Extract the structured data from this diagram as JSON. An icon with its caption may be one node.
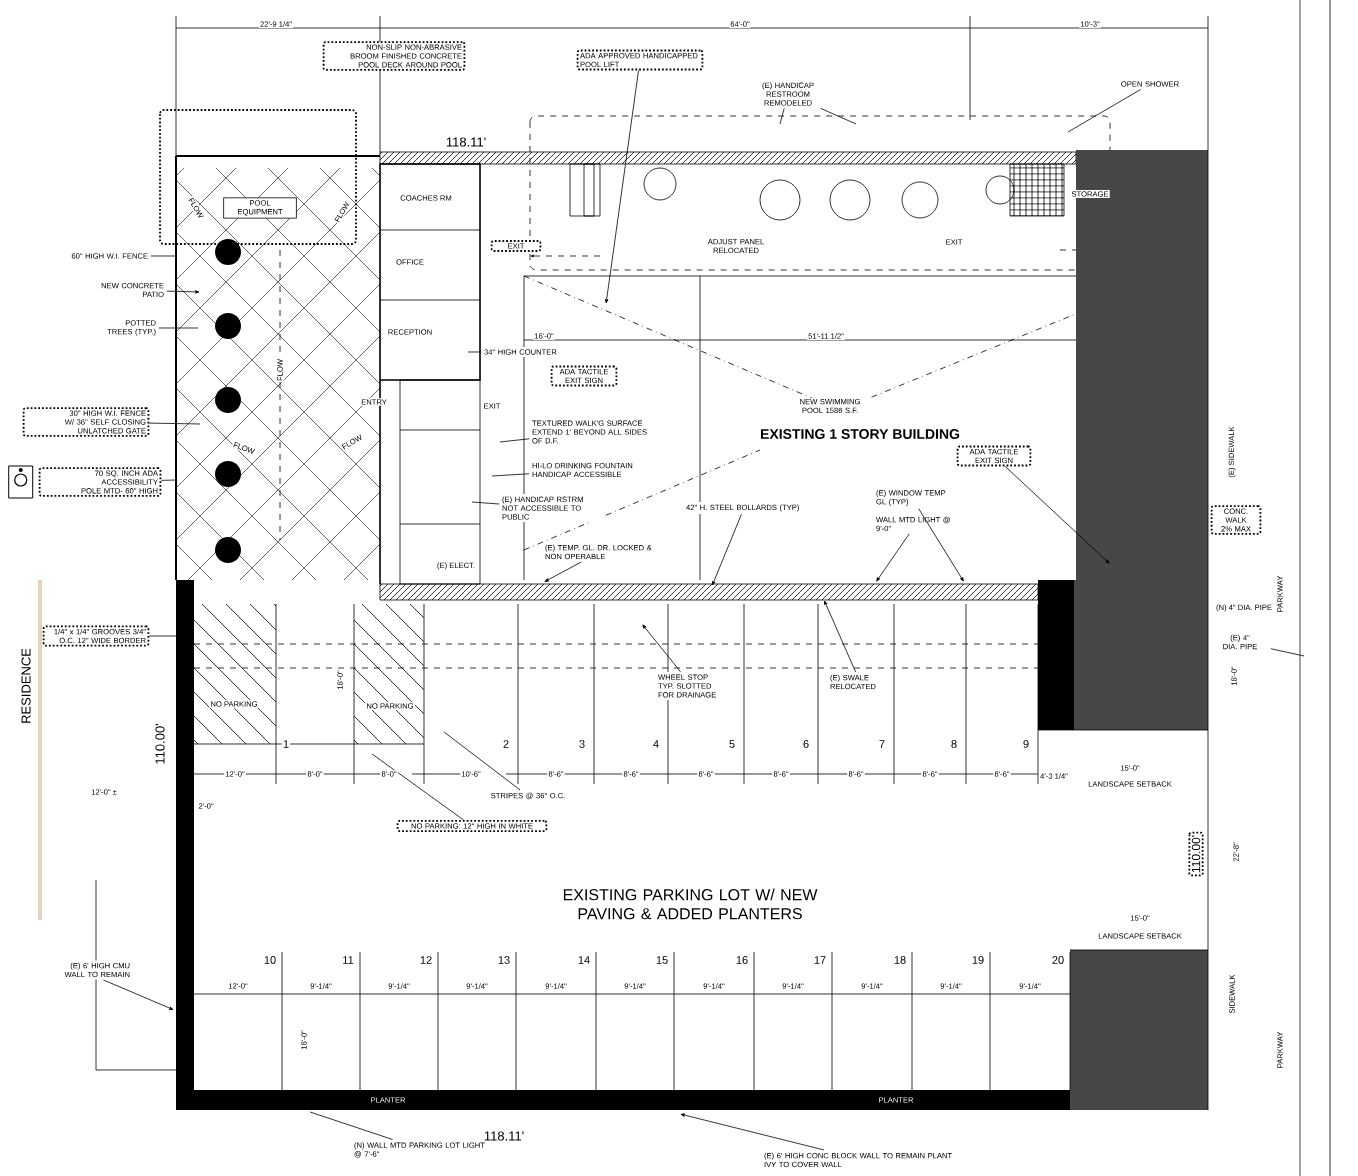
{
  "diagram": {
    "nodes": [
      {
        "text": [
          "NON-SLIP NON-ABRASIVE BROOM FINISHED CONCRETE POOL DECK AROUND POOL"
        ]
      },
      {
        "text": [
          "ADA APPROVED HANDICAPPED POOL LIFT"
        ]
      },
      {
        "text": [
          "POOL EQUIPMENT"
        ]
      },
      {
        "text": [
          "60\" HIGH W.I. FENCE"
        ]
      },
      {
        "text": [
          "NEW CONCRETE PATIO"
        ]
      },
      {
        "text": [
          "POTTED TREES (TYP.)"
        ]
      },
      {
        "text": [
          "30\" HIGH W.I. FENCE W/ 36\" SELF CLOSING UNLATCHED GATE"
        ]
      },
      {
        "text": [
          "70 SQ. INCH ADA ACCESSIBILITY POLE MTD- 60\" HIGH"
        ]
      },
      {
        "text": [
          "EXIT"
        ]
      },
      {
        "text": [
          "34\" HIGH COUNTER"
        ]
      },
      {
        "text": [
          "ADA TACTILE EXIT SIGN"
        ]
      },
      {
        "text": [
          "TEXTURED WALK'G SURFACE EXTEND 1' BEYOND ALL SIDES OF D.F."
        ]
      },
      {
        "text": [
          "HI-LO DRINKING FOUNTAIN HANDICAP ACCESSIBLE"
        ]
      },
      {
        "text": [
          "(E) HANDICAP RSTRM NOT ACCESSIBLE TO PUBLIC"
        ]
      },
      {
        "text": [
          "(E) TEMP. GL. DR. LOCKED & NON OPERABLE"
        ]
      },
      {
        "text": [
          "42\" H. STEEL BOLLARDS (TYP)"
        ]
      },
      {
        "text": [
          "(E) HANDICAP RESTROOM REMODELED"
        ]
      },
      {
        "text": [
          "(E) WINDOW TEMP GL (TYP)"
        ]
      },
      {
        "text": [
          "WALL MTD LIGHT @ 9'-0\""
        ]
      },
      {
        "text": [
          "OPEN SHOWER"
        ]
      },
      {
        "text": [
          "ADA TACTILE EXIT SIGN"
        ]
      },
      {
        "text": [
          "CONC. WALK 2% MAX"
        ]
      },
      {
        "text": [
          "(E) 4\" DIA. PIPE"
        ]
      },
      {
        "text": [
          "1/4\" x 1/4\" GROOVES 3/4\" O.C. 12\" WIDE BORDER"
        ]
      },
      {
        "text": [
          "WHEEL STOP TYP. SLOTTED FOR DRAINAGE"
        ]
      },
      {
        "text": [
          "(E) SWALE RELOCATED"
        ]
      },
      {
        "text": [
          "STRIPES @ 36\" O.C."
        ]
      },
      {
        "text": [
          "NO PARKING: 12\" HIGH IN WHITE"
        ]
      },
      {
        "text": [
          "110.00'"
        ]
      },
      {
        "text": [
          "(E) 6' HIGH CMU WALL TO REMAIN"
        ]
      },
      {
        "text": [
          "(N) WALL MTD PARKING LOT LIGHT @ 7'-6\""
        ]
      },
      {
        "text": [
          "(E) 6' HIGH CONC BLOCK WALL TO REMAIN PLANT IVY TO COVER WALL"
        ]
      }
    ],
    "edges": [
      {
        "from": 1,
        "to": null,
        "arrow": "to"
      },
      {
        "from": 3,
        "to": null,
        "arrow": "none"
      },
      {
        "from": 4,
        "to": null,
        "arrow": "to"
      },
      {
        "from": 5,
        "to": null,
        "arrow": "none"
      },
      {
        "from": 6,
        "to": null,
        "arrow": "none"
      },
      {
        "from": 7,
        "to": null,
        "arrow": "none"
      },
      {
        "from": 9,
        "to": null,
        "arrow": "none"
      },
      {
        "from": 11,
        "to": null,
        "arrow": "none"
      },
      {
        "from": 12,
        "to": null,
        "arrow": "none"
      },
      {
        "from": 13,
        "to": null,
        "arrow": "none"
      },
      {
        "from": 14,
        "to": null,
        "arrow": "to"
      },
      {
        "from": 15,
        "to": null,
        "arrow": "to"
      },
      {
        "from": 16,
        "to": null,
        "arrow": "none"
      },
      {
        "from": 16,
        "to": null,
        "arrow": "none"
      },
      {
        "from": 17,
        "to": null,
        "arrow": "to"
      },
      {
        "from": 18,
        "to": null,
        "arrow": "to"
      },
      {
        "from": 19,
        "to": null,
        "arrow": "none"
      },
      {
        "from": 20,
        "to": null,
        "arrow": "to"
      },
      {
        "from": 22,
        "to": null,
        "arrow": "none"
      },
      {
        "from": 23,
        "to": null,
        "arrow": "none"
      },
      {
        "from": 24,
        "to": null,
        "arrow": "to"
      },
      {
        "from": 25,
        "to": null,
        "arrow": "to"
      },
      {
        "from": 26,
        "to": null,
        "arrow": "none"
      },
      {
        "from": 27,
        "to": null,
        "arrow": "none"
      },
      {
        "from": 29,
        "to": null,
        "arrow": "to"
      },
      {
        "from": 30,
        "to": null,
        "arrow": "none"
      },
      {
        "from": 31,
        "to": null,
        "arrow": "to"
      }
    ],
    "labels": [
      "22'-9 1/4\"",
      "64'-0\"",
      "10'-3\"",
      "118.11'",
      "COACHES RM",
      "OFFICE",
      "RECEPTION",
      "FLOW",
      "FLOW",
      "FLOW",
      "ENTRY",
      "EXIT",
      "FLOW",
      "FLOW",
      "16'-0\"",
      "51'-11 1/2\"",
      "ADJUST PANEL RELOCATED",
      "EXIT",
      "NEW SWIMMING POOL 1586 S.F.",
      "EXISTING 1 STORY BUILDING",
      "STORAGE",
      "(E) SIDEWALK",
      "(E) ELECT.",
      "PARKWAY",
      "(N) 4\" DIA. PIPE",
      "RESIDENCE",
      "NO PARKING",
      "NO PARKING",
      "18'-0\"",
      "12'-0\"",
      "8'-0\"",
      "8'-0\"",
      "10'-6\"",
      "8'-6\"",
      "8'-6\"",
      "8'-6\"",
      "8'-6\"",
      "8'-6\"",
      "8'-6\"",
      "8'-6\"",
      "1",
      "2",
      "3",
      "4",
      "5",
      "6",
      "7",
      "8",
      "9",
      "2'-0\"",
      "110.00'",
      "12'-0\" ±",
      "4'-3 1/4\"",
      "15'-0\"",
      "LANDSCAPE SETBACK",
      "18'-0\"",
      "22'-8\"",
      "EXISTING PARKING LOT W/ NEW PAVING & ADDED PLANTERS",
      "15'-0\"",
      "LANDSCAPE SETBACK",
      "10",
      "11",
      "12",
      "13",
      "14",
      "15",
      "16",
      "17",
      "18",
      "19",
      "20",
      "12'-0\"",
      "9'-1/4\"",
      "9'-1/4\"",
      "9'-1/4\"",
      "9'-1/4\"",
      "9'-1/4\"",
      "9'-1/4\"",
      "9'-1/4\"",
      "9'-1/4\"",
      "9'-1/4\"",
      "9'-1/4\"",
      "18'-0\"",
      "SIDEWALK",
      "PARKWAY",
      "PLANTER",
      "PLANTER",
      "118.11'"
    ]
  }
}
